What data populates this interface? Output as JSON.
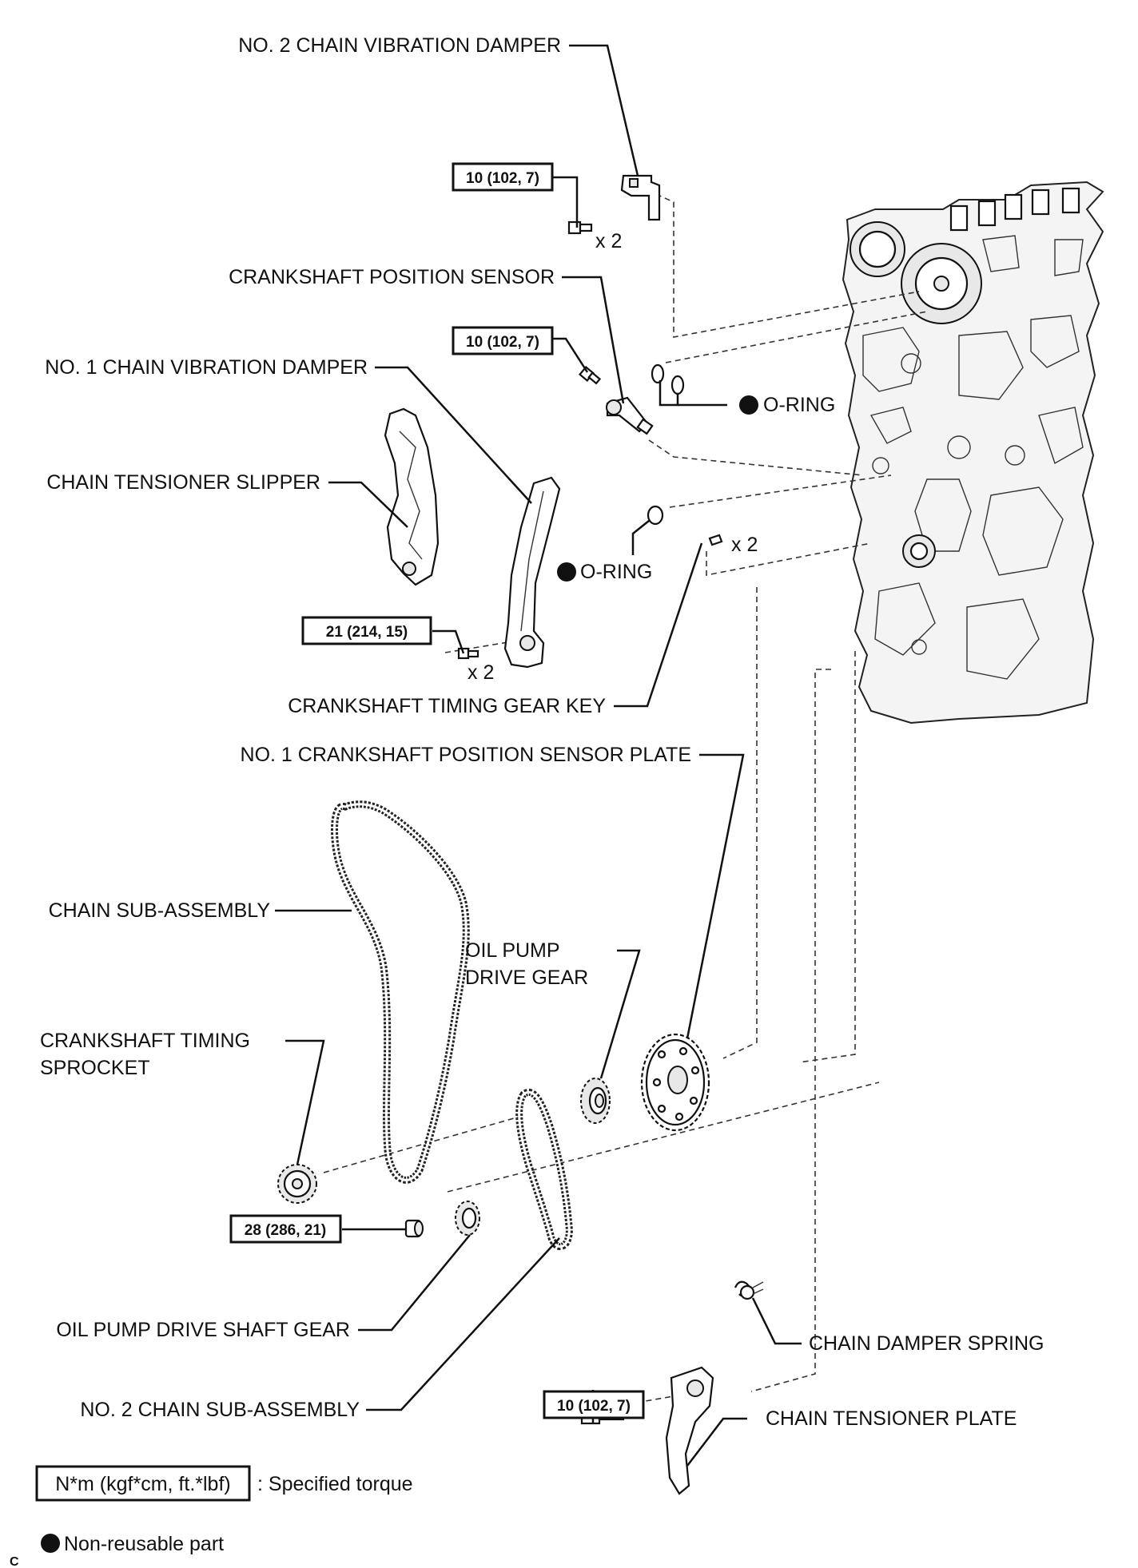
{
  "labels": {
    "no2_chain_vibration_damper": "NO. 2 CHAIN VIBRATION DAMPER",
    "crankshaft_position_sensor": "CRANKSHAFT POSITION SENSOR",
    "no1_chain_vibration_damper": "NO. 1 CHAIN VIBRATION DAMPER",
    "chain_tensioner_slipper": "CHAIN TENSIONER SLIPPER",
    "o_ring_upper": "O-RING",
    "o_ring_lower": "O-RING",
    "crankshaft_timing_gear_key": "CRANKSHAFT TIMING GEAR KEY",
    "no1_crankshaft_position_sensor_plate": "NO. 1 CRANKSHAFT POSITION SENSOR PLATE",
    "chain_sub_assembly": "CHAIN SUB-ASSEMBLY",
    "oil_pump_drive_gear_line1": "OIL PUMP",
    "oil_pump_drive_gear_line2": "DRIVE GEAR",
    "crankshaft_timing_sprocket_line1": "CRANKSHAFT TIMING",
    "crankshaft_timing_sprocket_line2": "SPROCKET",
    "oil_pump_drive_shaft_gear": "OIL PUMP DRIVE SHAFT GEAR",
    "no2_chain_sub_assembly": "NO. 2 CHAIN SUB-ASSEMBLY",
    "chain_damper_spring": "CHAIN DAMPER SPRING",
    "chain_tensioner_plate": "CHAIN TENSIONER PLATE"
  },
  "torques": {
    "t1": "10 (102, 7)",
    "t2": "10 (102, 7)",
    "t3": "21 (214, 15)",
    "t4": "28 (286, 21)",
    "t5": "10 (102, 7)"
  },
  "quantities": {
    "q1": "x 2",
    "q2": "x 2",
    "q3": "x 2"
  },
  "legend": {
    "torque_unit": "N*m (kgf*cm, ft.*lbf)",
    "torque_desc": ": Specified torque",
    "nonreusable_desc": "Non-reusable part"
  },
  "corner_mark": "C"
}
